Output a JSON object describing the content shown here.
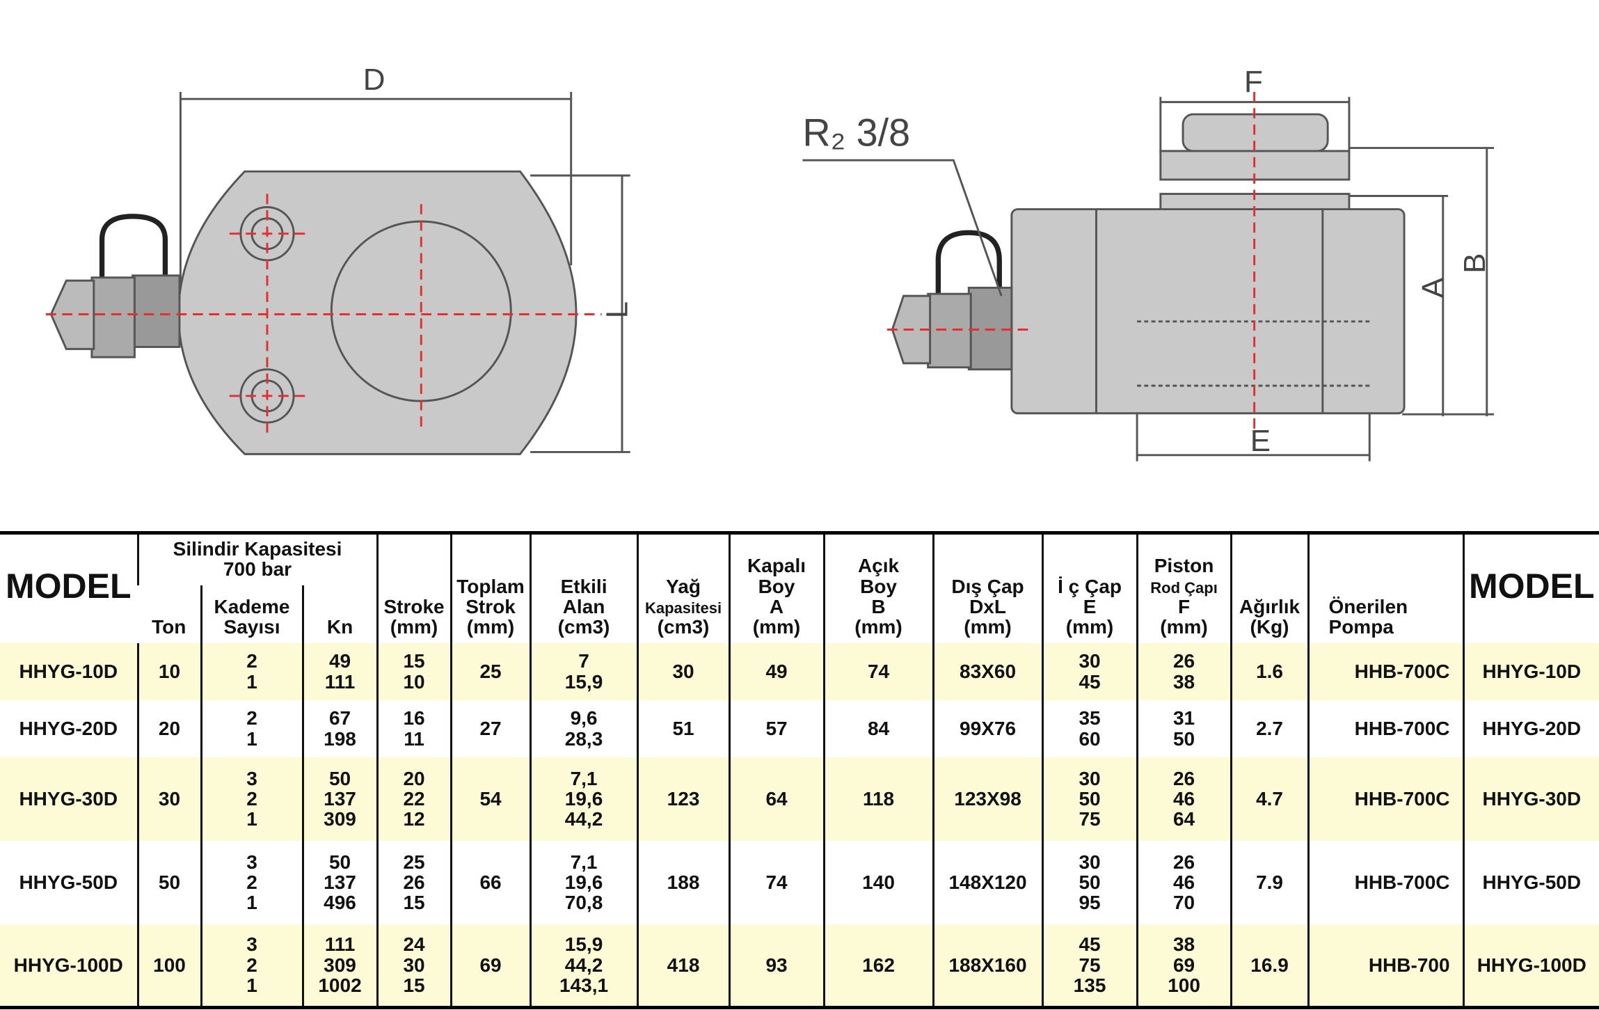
{
  "drawing": {
    "labels": {
      "D": "D",
      "L": "L",
      "F": "F",
      "A": "A",
      "B": "B",
      "E": "E",
      "port": "R₂ 3/8"
    }
  },
  "header": {
    "model": "MODEL",
    "capacity_title_1": "Silindir Kapasitesi",
    "capacity_title_2": "700 bar",
    "ton": "Ton",
    "kademe_1": "Kademe",
    "kademe_2": "Sayısı",
    "kn": "Kn",
    "stroke_1": "Stroke",
    "stroke_2": "(mm)",
    "toplam_1": "Toplam",
    "toplam_2": "Strok",
    "toplam_3": "(mm)",
    "etkili_1": "Etkili",
    "etkili_2": "Alan",
    "etkili_3": "(cm3)",
    "yag_1": "Yağ",
    "yag_2": "Kapasitesi",
    "yag_3": "(cm3)",
    "kapali_1": "Kapalı",
    "kapali_2": "Boy",
    "kapali_3": "A",
    "kapali_4": "(mm)",
    "acik_1": "Açık",
    "acik_2": "Boy",
    "acik_3": "B",
    "acik_4": "(mm)",
    "dis_1": "Dış Çap",
    "dis_2": "DxL",
    "dis_3": "(mm)",
    "ic_1": "İ ç Çap",
    "ic_2": "E",
    "ic_3": "(mm)",
    "piston_1": "Piston",
    "piston_2": "Rod Çapı",
    "piston_3": "F",
    "piston_4": "(mm)",
    "agirlik_1": "Ağırlık",
    "agirlik_2": "(Kg)",
    "pompa_1": "Önerilen",
    "pompa_2": "Pompa",
    "model_right": "MODEL"
  },
  "rows": [
    {
      "model": "HHYG-10D",
      "ton": "10",
      "kademe": [
        "2",
        "1"
      ],
      "kn": [
        "49",
        "111"
      ],
      "stroke": [
        "15",
        "10"
      ],
      "toplam": "25",
      "alan": [
        "7",
        "15,9"
      ],
      "yag": "30",
      "a": "49",
      "b": "74",
      "dxl": "83X60",
      "e": [
        "30",
        "45"
      ],
      "f": [
        "26",
        "38"
      ],
      "kg": "1.6",
      "pompa": "HHB-700C"
    },
    {
      "model": "HHYG-20D",
      "ton": "20",
      "kademe": [
        "2",
        "1"
      ],
      "kn": [
        "67",
        "198"
      ],
      "stroke": [
        "16",
        "11"
      ],
      "toplam": "27",
      "alan": [
        "9,6",
        "28,3"
      ],
      "yag": "51",
      "a": "57",
      "b": "84",
      "dxl": "99X76",
      "e": [
        "35",
        "60"
      ],
      "f": [
        "31",
        "50"
      ],
      "kg": "2.7",
      "pompa": "HHB-700C"
    },
    {
      "model": "HHYG-30D",
      "ton": "30",
      "kademe": [
        "3",
        "2",
        "1"
      ],
      "kn": [
        "50",
        "137",
        "309"
      ],
      "stroke": [
        "20",
        "22",
        "12"
      ],
      "toplam": "54",
      "alan": [
        "7,1",
        "19,6",
        "44,2"
      ],
      "yag": "123",
      "a": "64",
      "b": "118",
      "dxl": "123X98",
      "e": [
        "30",
        "50",
        "75"
      ],
      "f": [
        "26",
        "46",
        "64"
      ],
      "kg": "4.7",
      "pompa": "HHB-700C"
    },
    {
      "model": "HHYG-50D",
      "ton": "50",
      "kademe": [
        "3",
        "2",
        "1"
      ],
      "kn": [
        "50",
        "137",
        "496"
      ],
      "stroke": [
        "25",
        "26",
        "15"
      ],
      "toplam": "66",
      "alan": [
        "7,1",
        "19,6",
        "70,8"
      ],
      "yag": "188",
      "a": "74",
      "b": "140",
      "dxl": "148X120",
      "e": [
        "30",
        "50",
        "95"
      ],
      "f": [
        "26",
        "46",
        "70"
      ],
      "kg": "7.9",
      "pompa": "HHB-700C"
    },
    {
      "model": "HHYG-100D",
      "ton": "100",
      "kademe": [
        "3",
        "2",
        "1"
      ],
      "kn": [
        "111",
        "309",
        "1002"
      ],
      "stroke": [
        "24",
        "30",
        "15"
      ],
      "toplam": "69",
      "alan": [
        "15,9",
        "44,2",
        "143,1"
      ],
      "yag": "418",
      "a": "93",
      "b": "162",
      "dxl": "188X160",
      "e": [
        "45",
        "75",
        "135"
      ],
      "f": [
        "38",
        "69",
        "100"
      ],
      "kg": "16.9",
      "pompa": "HHB-700"
    }
  ],
  "colors": {
    "row_highlight": "#fdfbd6",
    "body_gray": "#c9c9c9",
    "centerline": "#e03030"
  }
}
